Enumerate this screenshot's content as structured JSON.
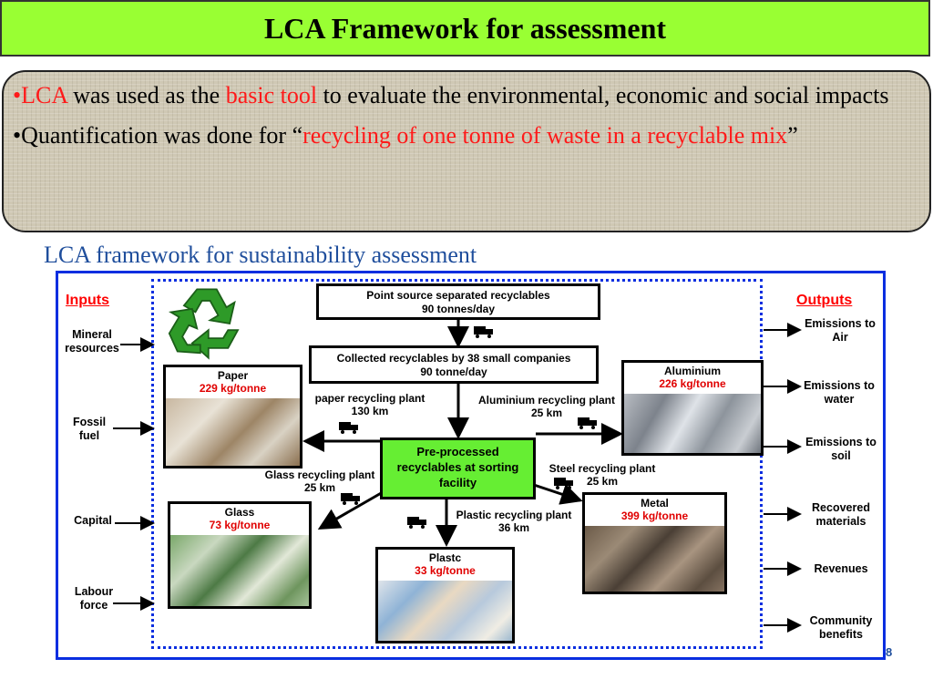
{
  "title": "LCA Framework for assessment",
  "bullets": {
    "b1_marker": "•",
    "b1_red1": "LCA",
    "b1_t1": " was used as the ",
    "b1_red2": "basic tool",
    "b1_t2": "  to evaluate the environmental, economic and social impacts",
    "b2_marker": "•",
    "b2_t1": "Quantification was done for “",
    "b2_red": "recycling of one tonne of waste in a recyclable mix",
    "b2_t2": "”"
  },
  "diagram": {
    "subtitle": "LCA framework for sustainability assessment",
    "inputs_heading": "Inputs",
    "outputs_heading": "Outputs",
    "inputs": [
      "Mineral resources",
      "Fossil fuel",
      "Capital",
      "Labour force"
    ],
    "outputs": [
      "Emissions to Air",
      "Emissions to water",
      "Emissions to soil",
      "Recovered materials",
      "Revenues",
      "Community benefits"
    ],
    "point_source": {
      "line1": "Point source separated recyclables",
      "line2": "90 tonnes/day"
    },
    "collected": {
      "line1": "Collected recyclables by 38 small companies",
      "line2": "90 tonne/day"
    },
    "sorting": {
      "line1": "Pre-processed",
      "line2": "recyclables at sorting",
      "line3": "facility"
    },
    "materials": {
      "paper": {
        "name": "Paper",
        "amount": "229 kg/tonne"
      },
      "aluminium": {
        "name": "Aluminium",
        "amount": "226 kg/tonne"
      },
      "glass": {
        "name": "Glass",
        "amount": "73 kg/tonne"
      },
      "plastic": {
        "name": "Plastc",
        "amount": "33 kg/tonne"
      },
      "metal": {
        "name": "Metal",
        "amount": "399 kg/tonne"
      }
    },
    "routes": {
      "paper": {
        "line1": "paper recycling plant",
        "line2": "130 km"
      },
      "aluminium": {
        "line1": "Aluminium recycling plant",
        "line2": "25 km"
      },
      "glass": {
        "line1": "Glass recycling plant",
        "line2": "25 km"
      },
      "steel": {
        "line1": "Steel recycling plant",
        "line2": "25 km"
      },
      "plastic": {
        "line1": "Plastic recycling plant",
        "line2": "36 km"
      }
    },
    "page_number": "8"
  },
  "colors": {
    "title_bg": "#99ff33",
    "highlight_red": "#ff1a1a",
    "frame_blue": "#0a2ee0",
    "sorting_green": "#66ee33",
    "subtitle_blue": "#1f4e9c"
  },
  "icons": [
    "recycle-icon",
    "truck-icon",
    "arrow-icon"
  ]
}
